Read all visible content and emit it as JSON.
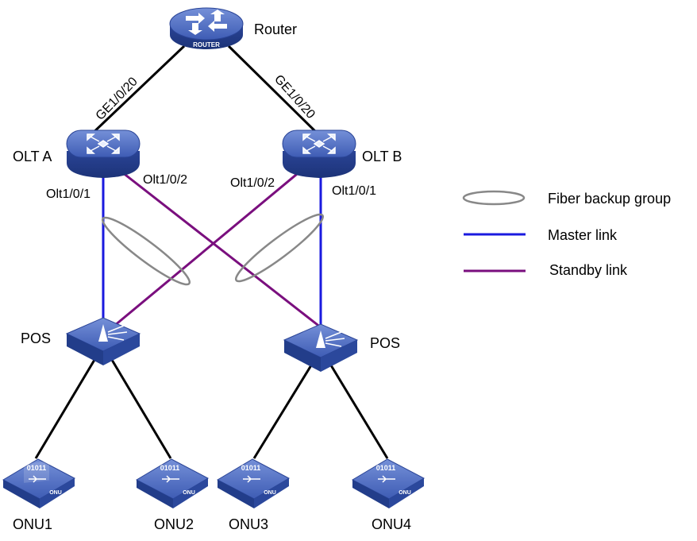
{
  "devices": {
    "router": {
      "label": "Router",
      "badge": "ROUTER"
    },
    "olt_a": {
      "label": "OLT A"
    },
    "olt_b": {
      "label": "OLT B"
    },
    "pos_left": {
      "label": "POS"
    },
    "pos_right": {
      "label": "POS"
    },
    "onu1": {
      "label": "ONU1",
      "chip": "01011",
      "badge": "ONU"
    },
    "onu2": {
      "label": "ONU2",
      "chip": "01011",
      "badge": "ONU"
    },
    "onu3": {
      "label": "ONU3",
      "chip": "01011",
      "badge": "ONU"
    },
    "onu4": {
      "label": "ONU4",
      "chip": "01011",
      "badge": "ONU"
    }
  },
  "ports": {
    "router_to_olt_a": "GE1/0/20",
    "router_to_olt_b": "GE1/0/20",
    "olt_a_master": "Olt1/0/1",
    "olt_a_standby": "Olt1/0/2",
    "olt_b_standby": "Olt1/0/2",
    "olt_b_master": "Olt1/0/1"
  },
  "legend": {
    "fiber_backup_group": "Fiber backup group",
    "master_link": "Master link",
    "standby_link": "Standby link"
  },
  "colors": {
    "device_blue": "#2e4da0",
    "device_top": "#5a78c8",
    "master_link": "#1a1adf",
    "standby_link": "#7a0f7e",
    "uplink": "#000000",
    "backup_group": "#888888"
  }
}
